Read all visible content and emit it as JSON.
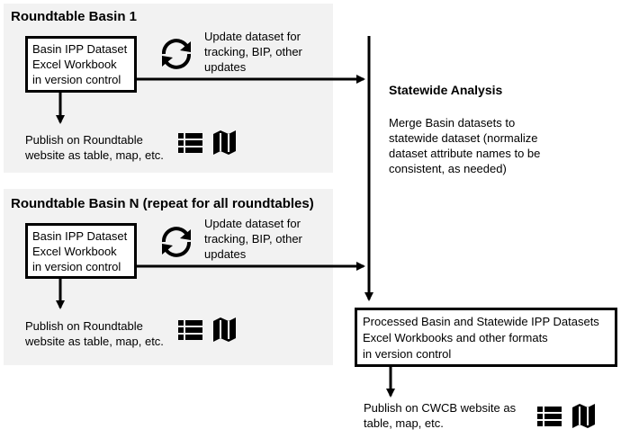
{
  "basin1": {
    "title": "Roundtable Basin 1",
    "dataset_lines": [
      "Basin IPP Dataset",
      "Excel Workbook",
      "in version control"
    ],
    "update_lines": [
      "Update dataset for",
      "tracking, BIP, other",
      "updates"
    ],
    "publish_lines": [
      "Publish on Roundtable",
      "website as table, map, etc."
    ]
  },
  "basinN": {
    "title": "Roundtable Basin N (repeat for all roundtables)",
    "dataset_lines": [
      "Basin IPP Dataset",
      "Excel Workbook",
      "in version control"
    ],
    "update_lines": [
      "Update dataset for",
      "tracking, BIP, other",
      "updates"
    ],
    "publish_lines": [
      "Publish on Roundtable",
      "website as table, map, etc."
    ]
  },
  "statewide": {
    "title": "Statewide Analysis",
    "merge_lines": [
      "Merge Basin datasets to",
      "statewide dataset (normalize",
      "dataset attribute names to be",
      "consistent, as needed)"
    ],
    "output_lines": [
      "Processed Basin and Statewide IPP Datasets",
      "Excel Workbooks and other formats",
      "in version control"
    ],
    "publish_lines": [
      "Publish on CWCB website as",
      "table, map, etc."
    ]
  },
  "icons": {
    "refresh": "refresh-icon",
    "table": "table-list-icon",
    "map": "map-icon"
  },
  "colors": {
    "panel_bg": "#f2f2f2",
    "line": "#000000"
  }
}
